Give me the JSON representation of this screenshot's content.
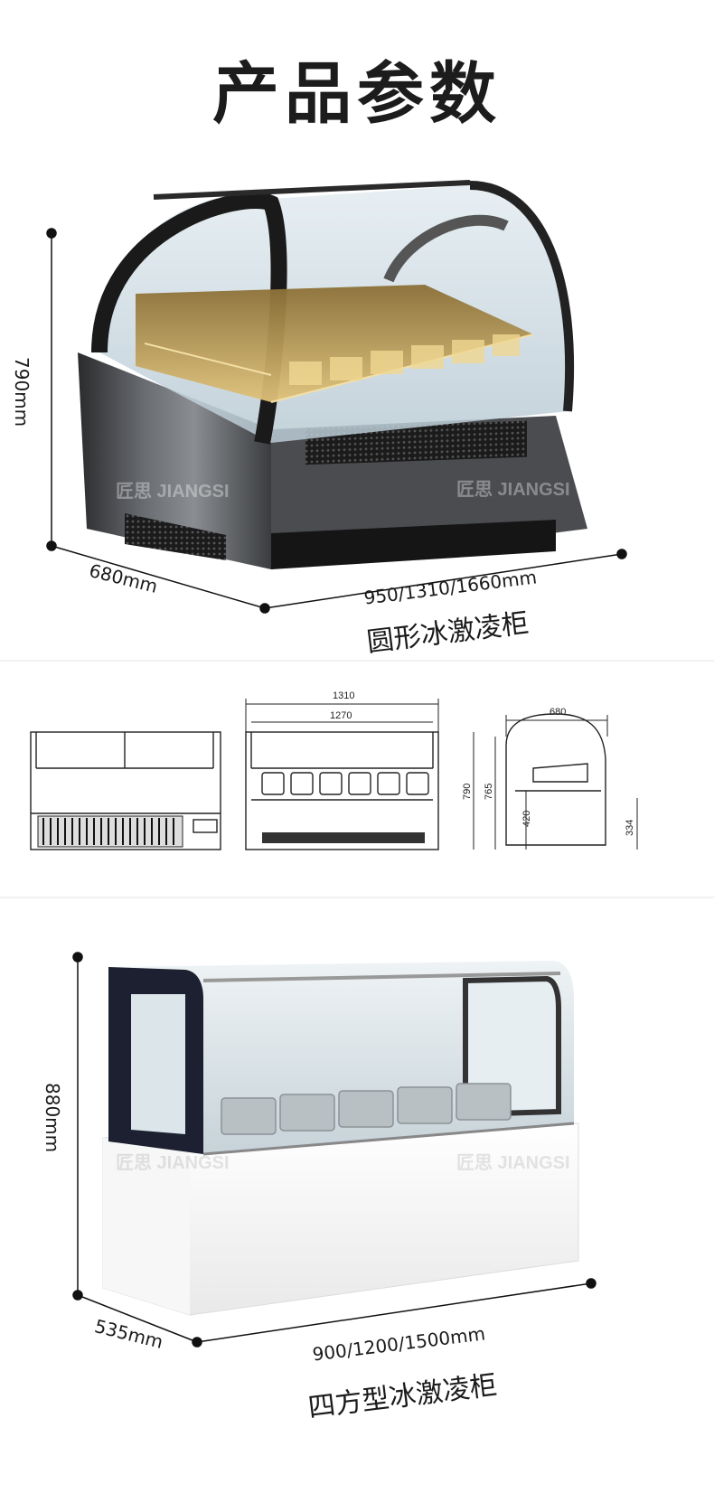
{
  "header": {
    "title": "产品参数"
  },
  "product1": {
    "name": "圆形冰激凌柜",
    "height": "790mm",
    "depth": "680mm",
    "widths": "950/1310/1660mm",
    "watermark": "匠思 JIANGSI"
  },
  "drawings": {
    "front_top": "1310",
    "front_inner": "1270",
    "side_top": "680",
    "side_h1": "790",
    "side_h2": "765",
    "side_h3": "420",
    "side_h4": "334"
  },
  "product2": {
    "name": "四方型冰激凌柜",
    "height": "880mm",
    "depth": "535mm",
    "widths": "900/1200/1500mm",
    "watermark": "匠思 JIANGSI"
  },
  "colors": {
    "dark_body": "#3b3d40",
    "glass": "#d6e3ea",
    "gold": "#c9a34a",
    "white_body": "#f4f4f4"
  }
}
